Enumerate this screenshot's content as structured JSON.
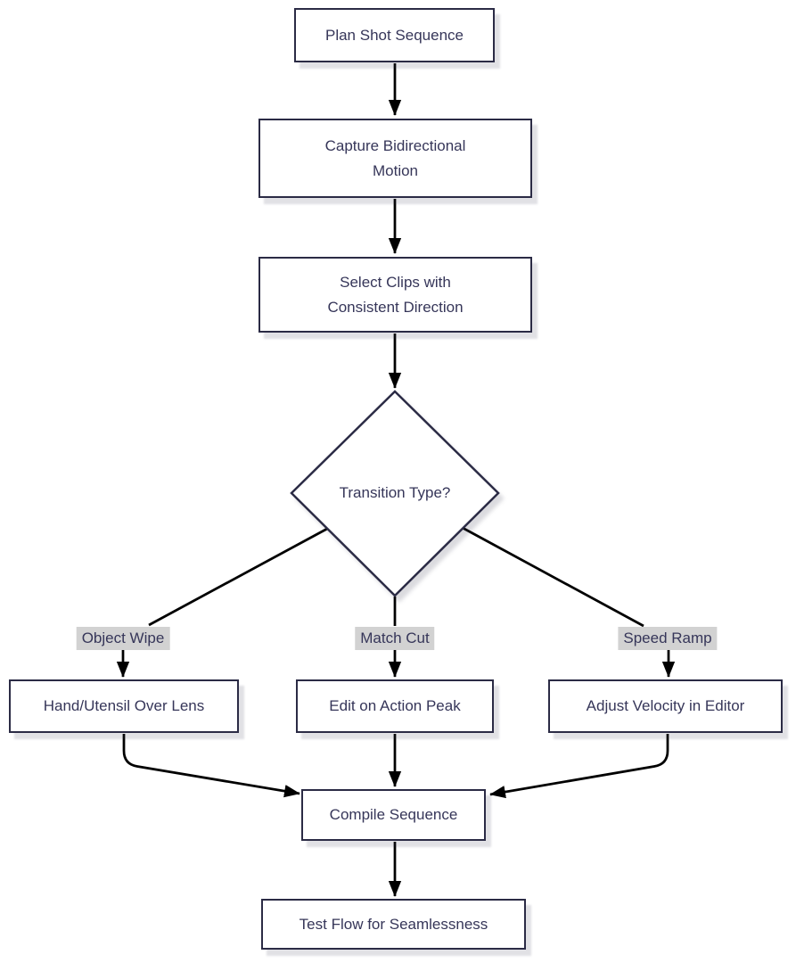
{
  "diagram": {
    "type": "flowchart",
    "direction": "top-down",
    "nodes": [
      {
        "id": "plan",
        "type": "process",
        "label": "Plan Shot Sequence"
      },
      {
        "id": "capture",
        "type": "process",
        "label": "Capture Bidirectional Motion"
      },
      {
        "id": "select",
        "type": "process",
        "label": "Select Clips with Consistent Direction"
      },
      {
        "id": "decision",
        "type": "decision",
        "label": "Transition Type?"
      },
      {
        "id": "hand",
        "type": "process",
        "label": "Hand/Utensil Over Lens"
      },
      {
        "id": "edit",
        "type": "process",
        "label": "Edit on Action Peak"
      },
      {
        "id": "adjust",
        "type": "process",
        "label": "Adjust Velocity in Editor"
      },
      {
        "id": "compile",
        "type": "process",
        "label": "Compile Sequence"
      },
      {
        "id": "test",
        "type": "process",
        "label": "Test Flow for Seamlessness"
      }
    ],
    "edges": [
      {
        "from": "plan",
        "to": "capture"
      },
      {
        "from": "capture",
        "to": "select"
      },
      {
        "from": "select",
        "to": "decision"
      },
      {
        "from": "decision",
        "to": "hand",
        "label": "Object Wipe"
      },
      {
        "from": "decision",
        "to": "edit",
        "label": "Match Cut"
      },
      {
        "from": "decision",
        "to": "adjust",
        "label": "Speed Ramp"
      },
      {
        "from": "hand",
        "to": "compile"
      },
      {
        "from": "edit",
        "to": "compile"
      },
      {
        "from": "adjust",
        "to": "compile"
      },
      {
        "from": "compile",
        "to": "test"
      }
    ],
    "colors": {
      "background": "#ffffff",
      "node_fill": "#ffffff",
      "node_border": "#2b2b45",
      "text": "#363659",
      "edge_line": "#000000",
      "edge_label_background": "#d2d2d2",
      "shadow": "rgba(55,55,80,0.15)"
    }
  }
}
